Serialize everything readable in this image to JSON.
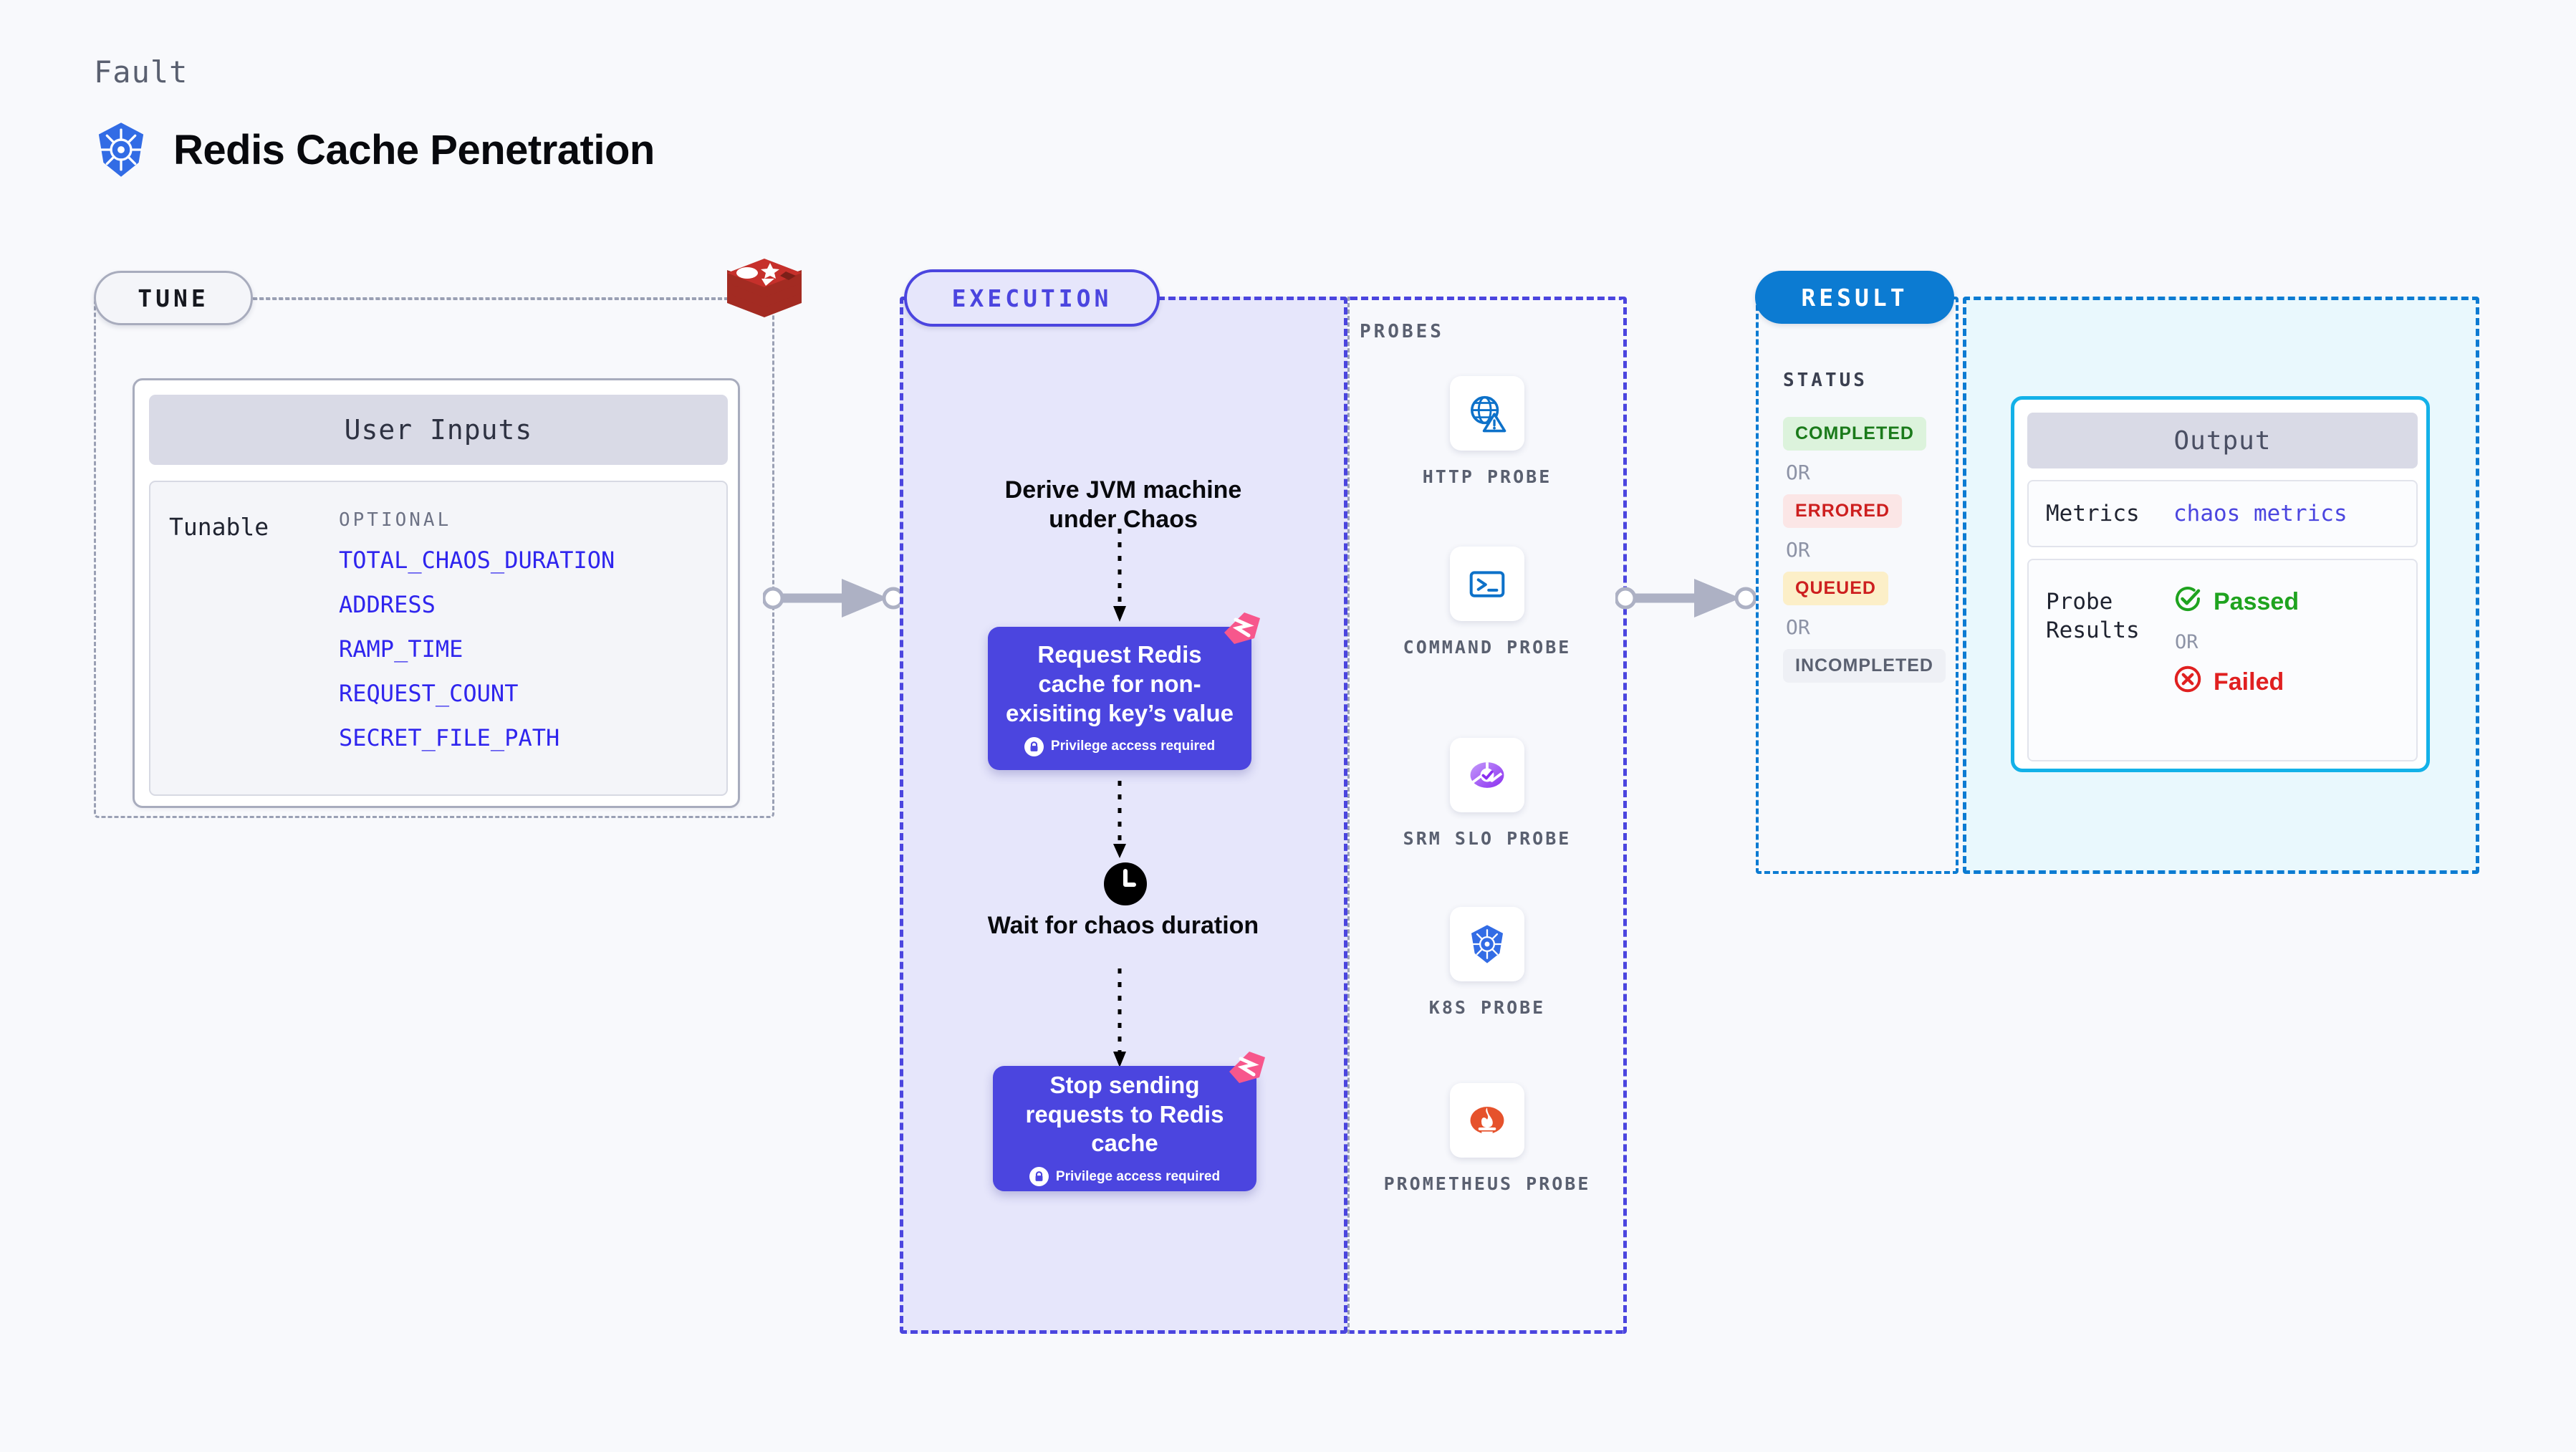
{
  "header": {
    "kicker": "Fault",
    "title": "Redis Cache Penetration",
    "logo_icon": "kubernetes-icon"
  },
  "tune": {
    "pill_label": "TUNE",
    "platform_icon": "redis-logo-icon",
    "user_inputs": {
      "header": "User Inputs",
      "row_label": "Tunable",
      "group_label": "OPTIONAL",
      "params": [
        "TOTAL_CHAOS_DURATION",
        "ADDRESS",
        "RAMP_TIME",
        "REQUEST_COUNT",
        "SECRET_FILE_PATH"
      ]
    }
  },
  "execution": {
    "pill_label": "EXECUTION",
    "steps": [
      {
        "type": "text",
        "label": "Derive JVM machine under Chaos"
      },
      {
        "type": "card",
        "label": "Request Redis cache for non-exisiting key’s value",
        "privilege": "Privilege access required",
        "privilege_icon": "lock-icon",
        "badge_icon": "litmus-chaos-icon"
      },
      {
        "type": "wait",
        "icon": "clock-icon",
        "label": "Wait for chaos duration"
      },
      {
        "type": "card",
        "label": "Stop sending requests to Redis cache",
        "privilege": "Privilege access required",
        "privilege_icon": "lock-icon",
        "badge_icon": "litmus-chaos-icon"
      }
    ]
  },
  "probes": {
    "label": "PROBES",
    "items": [
      {
        "name": "HTTP PROBE",
        "icon": "globe-warning-icon"
      },
      {
        "name": "COMMAND PROBE",
        "icon": "terminal-icon"
      },
      {
        "name": "SRM SLO PROBE",
        "icon": "srm-slo-icon"
      },
      {
        "name": "K8S PROBE",
        "icon": "kubernetes-icon"
      },
      {
        "name": "PROMETHEUS PROBE",
        "icon": "prometheus-icon"
      }
    ]
  },
  "result": {
    "pill_label": "RESULT",
    "status_label": "STATUS",
    "or_label": "OR",
    "statuses": [
      {
        "label": "COMPLETED",
        "color": "#1a7a1a",
        "bg": "#dcf3dc"
      },
      {
        "label": "ERRORED",
        "color": "#cd1f1f",
        "bg": "#fbe6e6"
      },
      {
        "label": "QUEUED",
        "color": "#cd1f1f",
        "bg": "#fcefc8"
      },
      {
        "label": "INCOMPLETED",
        "color": "#5a6070",
        "bg": "#eef0f5"
      }
    ]
  },
  "output": {
    "header": "Output",
    "metrics_key": "Metrics",
    "metrics_value": "chaos metrics",
    "probe_results_key": "Probe Results",
    "or_label": "OR",
    "passed_label": "Passed",
    "failed_label": "Failed",
    "passed_icon": "check-circle-icon",
    "failed_icon": "x-circle-icon"
  },
  "connectors": {
    "tune_to_execution_icon": "arrow-right-icon",
    "probes_to_result_icon": "arrow-right-icon"
  },
  "colors": {
    "accent_purple": "#4b45df",
    "accent_blue": "#0c7bd2",
    "accent_cyan": "#13b1e8",
    "redis_red": "#b02a22",
    "page_bg": "#f8f9fc"
  }
}
